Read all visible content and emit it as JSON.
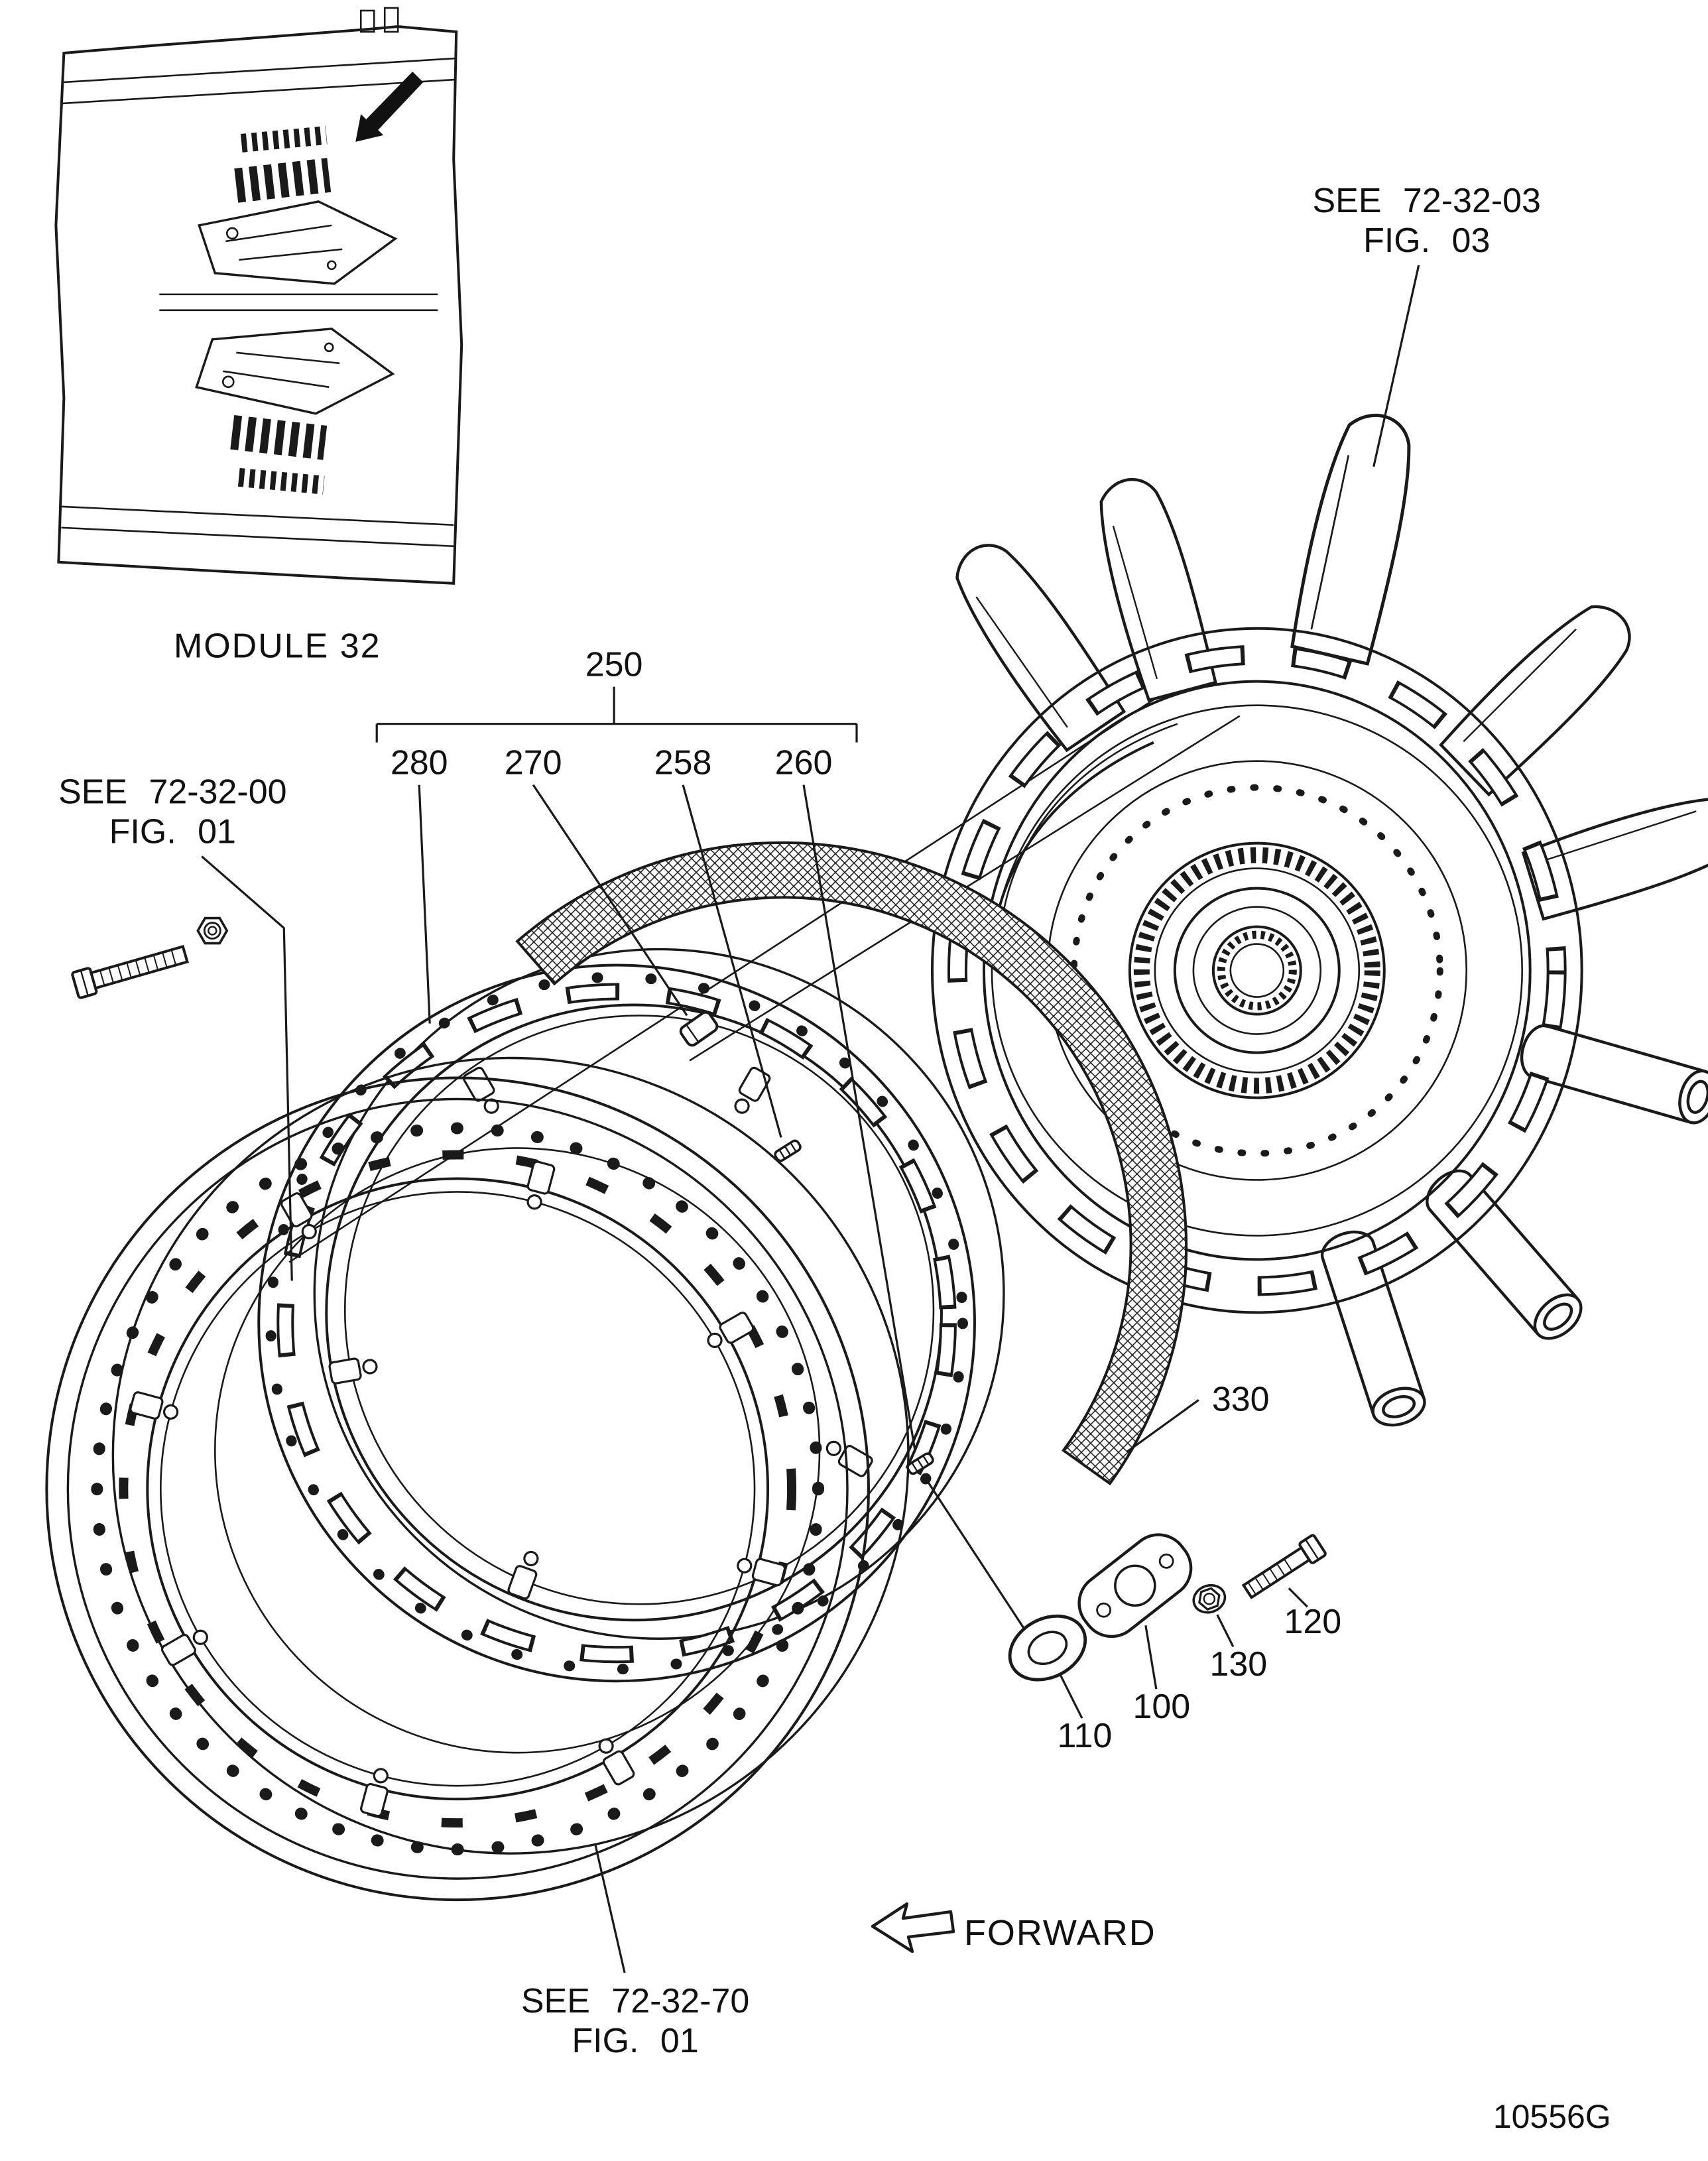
{
  "figure": {
    "module_inset_label": "MODULE 32",
    "references": {
      "see_72_32_03": {
        "line1": "SEE 72-32-03",
        "line2": "FIG. 03"
      },
      "see_72_32_00": {
        "line1": "SEE 72-32-00",
        "line2": "FIG. 01"
      },
      "see_72_32_70": {
        "line1": "SEE 72-32-70",
        "line2": "FIG. 01"
      }
    },
    "callouts": {
      "c250": "250",
      "c280": "280",
      "c270": "270",
      "c258": "258",
      "c260": "260",
      "c330": "330",
      "c110": "110",
      "c100": "100",
      "c130": "130",
      "c120": "120"
    },
    "forward_label": "FORWARD",
    "document_code": "10556G"
  }
}
